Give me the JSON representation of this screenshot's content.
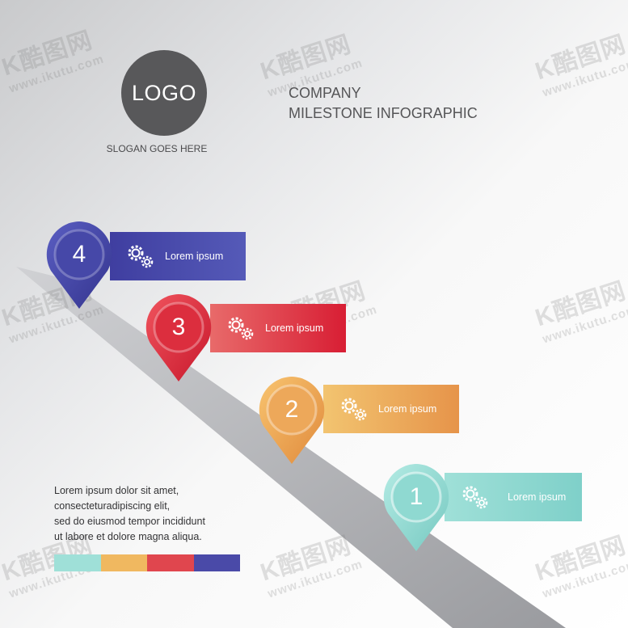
{
  "logo": {
    "text": "LOGO",
    "slogan": "SLOGAN GOES HERE"
  },
  "title": {
    "line1": "COMPANY",
    "line2": "MILESTONE INFOGRAPHIC"
  },
  "milestones": [
    {
      "number": "1",
      "label": "Lorem ipsum",
      "color": "#8fd9d1",
      "icon": "gears-icon"
    },
    {
      "number": "2",
      "label": "Lorem ipsum",
      "color": "#eda85a",
      "icon": "gears-icon"
    },
    {
      "number": "3",
      "label": "Lorem ipsum",
      "color": "#dc2e3e",
      "icon": "gears-icon"
    },
    {
      "number": "4",
      "label": "Lorem ipsum",
      "color": "#4445a6",
      "icon": "gears-icon"
    }
  ],
  "description": {
    "line1": "Lorem ipsum dolor sit amet,",
    "line2": "consecteturadipiscing elit,",
    "line3": "sed do eiusmod tempor incididunt",
    "line4": "ut labore et dolore magna aliqua."
  },
  "color_strip": [
    "#9fe0d8",
    "#f0b860",
    "#e0464e",
    "#4a4aa8"
  ],
  "watermark": {
    "mark": "K酷图网",
    "url": "www.ikutu.com"
  }
}
